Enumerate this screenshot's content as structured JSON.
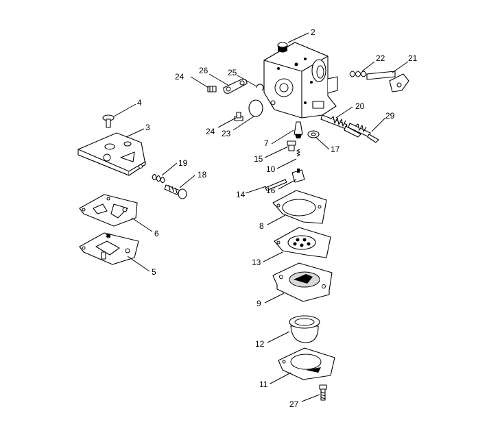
{
  "callouts": {
    "c2": "2",
    "c3": "3",
    "c4": "4",
    "c5": "5",
    "c6": "6",
    "c7": "7",
    "c8": "8",
    "c9": "9",
    "c10": "10",
    "c11": "11",
    "c12": "12",
    "c13": "13",
    "c14": "14",
    "c15": "15",
    "c16": "16",
    "c17": "17",
    "c18": "18",
    "c19": "19",
    "c20": "20",
    "c21": "21",
    "c22": "22",
    "c23": "23",
    "c24a": "24",
    "c24b": "24",
    "c25": "25",
    "c26": "26",
    "c27": "27",
    "c29": "29"
  }
}
